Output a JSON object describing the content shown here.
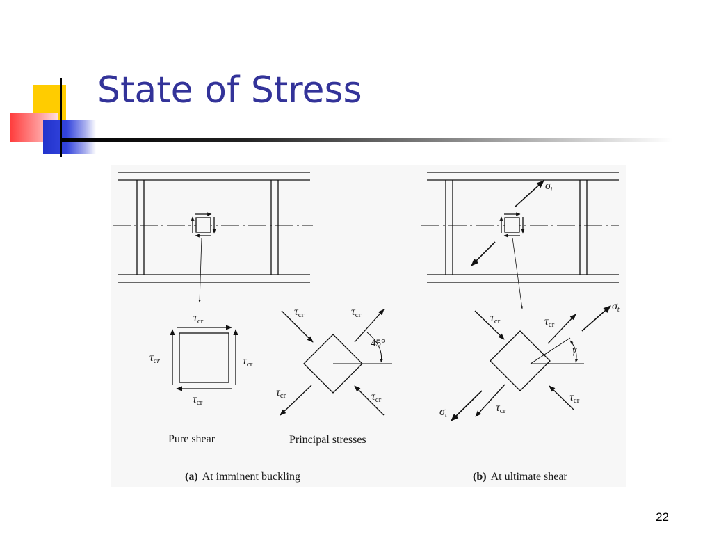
{
  "slide": {
    "title": "State of Stress",
    "page_number": "22",
    "title_color": "#333399"
  },
  "figure": {
    "tau_symbol": "τ",
    "sigma_symbol": "σ",
    "sub_cr": "cr",
    "sub_t": "t",
    "angle_45": "45°",
    "gamma": "γ",
    "pure_shear_caption": "Pure shear",
    "principal_caption": "Principal stresses",
    "part_a": {
      "letter": "(a)",
      "text": "At imminent buckling"
    },
    "part_b": {
      "letter": "(b)",
      "text": "At ultimate shear"
    }
  },
  "icons": {
    "logo": "slide-corner-logo"
  }
}
